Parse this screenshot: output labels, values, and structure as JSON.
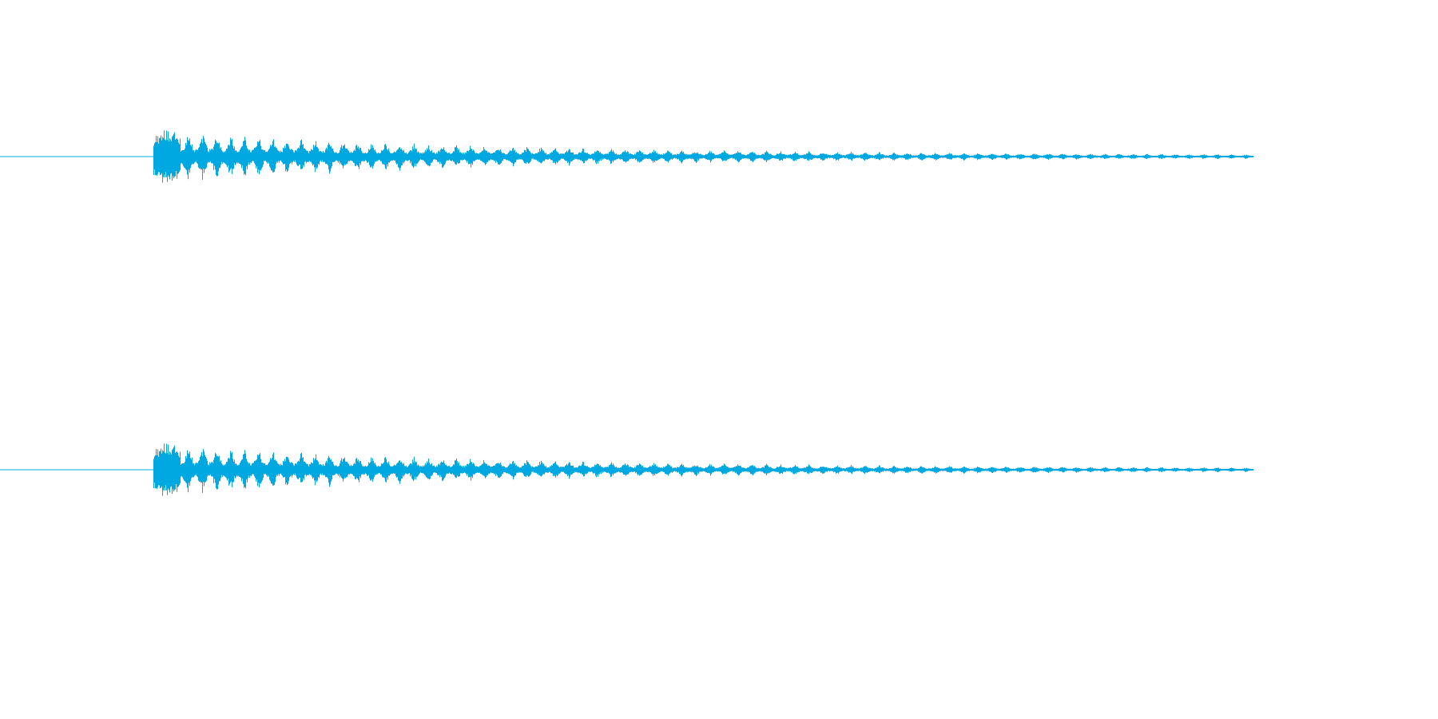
{
  "waveform": {
    "color": "#00a8e1",
    "background": "#ffffff",
    "channels": [
      {
        "name": "",
        "position": "top"
      },
      {
        "name": "",
        "position": "bottom"
      }
    ],
    "envelope": {
      "silence_fraction": 0.122,
      "attack_peak": 0.85,
      "decay_floor": 0.04,
      "pulse_count": 78
    }
  }
}
